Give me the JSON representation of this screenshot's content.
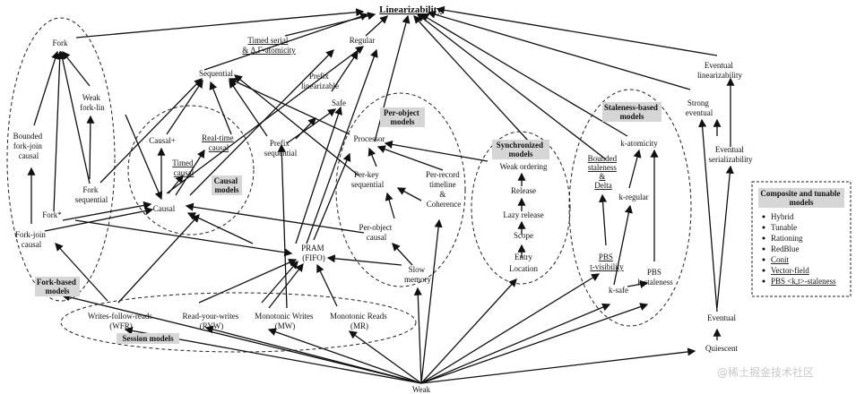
{
  "title": "Linearizability",
  "nodes": {
    "fork": "Fork",
    "weak_fork_lin": [
      "Weak",
      "fork-lin"
    ],
    "bounded_fork_join": [
      "Bounded",
      "fork-join",
      "causal"
    ],
    "fork_sequential": [
      "Fork",
      "sequential"
    ],
    "fork_star": "Fork*",
    "fork_join_causal": [
      "Fork-join",
      "causal"
    ],
    "timed_serial": [
      "Timed serial",
      "& Δ,Γ-atomicity"
    ],
    "regular": "Regular",
    "sequential": "Sequential",
    "prefix_linearizable": [
      "Prefix",
      "linearizable"
    ],
    "safe": "Safe",
    "causal_plus": "Causal+",
    "real_time_causal": [
      "Real-time",
      "causal"
    ],
    "timed_causal": [
      "Timed",
      "causal"
    ],
    "prefix_sequential": [
      "Prefix",
      "sequential"
    ],
    "causal": "Causal",
    "processor": "Processor",
    "per_key_sequential": [
      "Per-key",
      "sequential"
    ],
    "per_record_timeline": [
      "Per-record",
      "timeline",
      "&",
      "Coherence"
    ],
    "per_object_causal": [
      "Per-object",
      "causal"
    ],
    "slow_memory": [
      "Slow",
      "memory"
    ],
    "pram": [
      "PRAM",
      "(FIFO)"
    ],
    "weak_ordering": "Weak ordering",
    "release": "Release",
    "lazy_release": "Lazy release",
    "scope": "Scope",
    "entry": "Entry",
    "location": "Location",
    "k_atomicity": "k-atomicity",
    "bounded_staleness": [
      "Bounded",
      "staleness",
      "&",
      "Delta"
    ],
    "k_regular": "k-regular",
    "pbs_t_visibility": [
      "PBS",
      "t-visibility"
    ],
    "pbs_k_staleness": [
      "PBS",
      "k-staleness"
    ],
    "k_safe": "k-safe",
    "eventual_linearizability": [
      "Eventual",
      "linearizability"
    ],
    "strong_eventual": [
      "Strong",
      "eventual"
    ],
    "eventual_serializability": [
      "Eventual",
      "serializability"
    ],
    "eventual": "Eventual",
    "quiescent": "Quiescent",
    "weak": "Weak",
    "wfr": [
      "Writes-follow-reads",
      "(WFR)"
    ],
    "ryw": [
      "Read-your-writes",
      "(RYW)"
    ],
    "mw": [
      "Monotonic Writes",
      "(MW)"
    ],
    "mr": [
      "Monotonic Reads",
      "(MR)"
    ]
  },
  "groups": {
    "fork_based": [
      "Fork-based",
      "models"
    ],
    "causal_models": [
      "Causal",
      "models"
    ],
    "per_object": [
      "Per-object",
      "models"
    ],
    "synchronized": [
      "Synchronized",
      "models"
    ],
    "staleness_based": [
      "Staleness-based",
      "models"
    ],
    "session": "Session models"
  },
  "legend": {
    "title": [
      "Composite and tunable",
      "models"
    ],
    "items": [
      "Hybrid",
      "Tunable",
      "Rationing",
      "RedBlue",
      "Conit",
      "Vector-field",
      "PBS <k,t>-staleness"
    ]
  },
  "watermark": "@稀土掘金技术社区"
}
